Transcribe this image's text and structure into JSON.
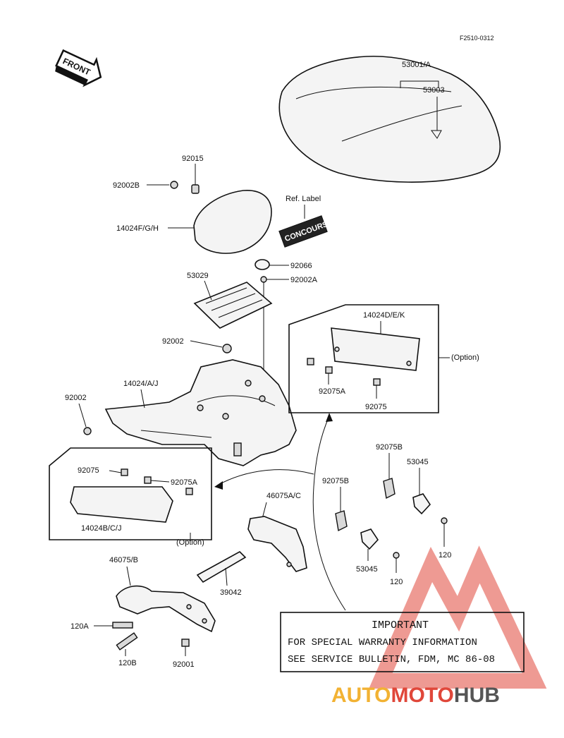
{
  "figure_code": "F2510-0312",
  "front_label": "FRONT",
  "ref_label": "Ref. Label",
  "concours_label": "CONCOURS",
  "option_label": "(Option)",
  "parts": {
    "p53001": "53001/A",
    "p53003": "53003",
    "p92015": "92015",
    "p92002B": "92002B",
    "p14024FGH": "14024F/G/H",
    "p92066": "92066",
    "p92002A": "92002A",
    "p53029": "53029",
    "p92002_top": "92002",
    "p14024AJ": "14024/A/J",
    "p92002_left": "92002",
    "p14024DEK": "14024D/E/K",
    "p92075A_right": "92075A",
    "p92075_right": "92075",
    "p92075_left": "92075",
    "p92075A_left": "92075A",
    "p14024BCJ": "14024B/C/J",
    "p92075B_top": "92075B",
    "p53045_top": "53045",
    "p92075B_mid": "92075B",
    "p46075AC": "46075A/C",
    "p120_right": "120",
    "p53045_bottom": "53045",
    "p120_mid": "120",
    "p39042": "39042",
    "p46075B": "46075/B",
    "p120A": "120A",
    "p120B": "120B",
    "p92001": "92001"
  },
  "important": {
    "title": "IMPORTANT",
    "line1": "FOR SPECIAL WARRANTY INFORMATION",
    "line2": "SEE SERVICE BULLETIN, FDM, MC 86-08"
  },
  "watermark": {
    "part1": "AUTO",
    "part2": "MOTO",
    "part3": "HUB",
    "colors": {
      "auto": "#f2b233",
      "moto": "#e0473a",
      "hub": "#555555"
    }
  }
}
